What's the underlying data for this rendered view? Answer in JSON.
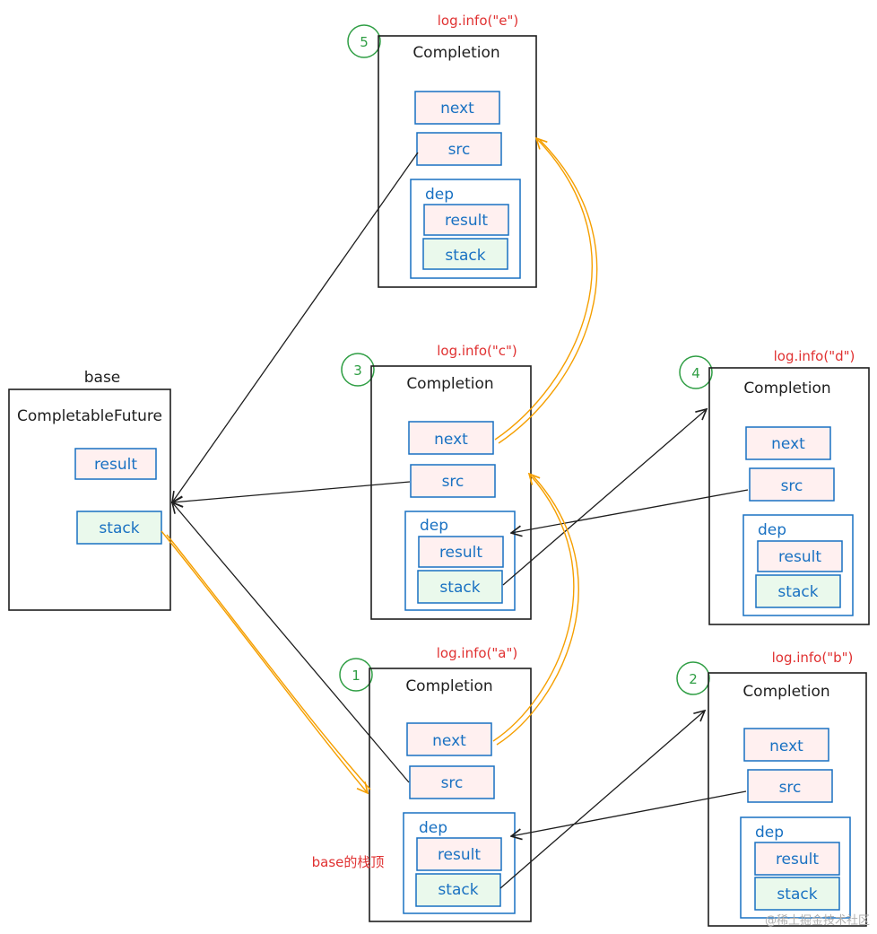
{
  "base": {
    "label": "base",
    "title": "CompletableFuture",
    "result": "result",
    "stack": "stack"
  },
  "completions": [
    {
      "id": "c1",
      "step": "1",
      "log": "log.info(\"a\")",
      "title": "Completion",
      "next": "next",
      "src": "src",
      "dep": "dep",
      "result": "result",
      "stack": "stack"
    },
    {
      "id": "c2",
      "step": "2",
      "log": "log.info(\"b\")",
      "title": "Completion",
      "next": "next",
      "src": "src",
      "dep": "dep",
      "result": "result",
      "stack": "stack"
    },
    {
      "id": "c3",
      "step": "3",
      "log": "log.info(\"c\")",
      "title": "Completion",
      "next": "next",
      "src": "src",
      "dep": "dep",
      "result": "result",
      "stack": "stack"
    },
    {
      "id": "c4",
      "step": "4",
      "log": "log.info(\"d\")",
      "title": "Completion",
      "next": "next",
      "src": "src",
      "dep": "dep",
      "result": "result",
      "stack": "stack"
    },
    {
      "id": "c5",
      "step": "5",
      "log": "log.info(\"e\")",
      "title": "Completion",
      "next": "next",
      "src": "src",
      "dep": "dep",
      "result": "result",
      "stack": "stack"
    }
  ],
  "annotation": "base的栈顶",
  "watermark": "@稀土掘金技术社区",
  "colors": {
    "outline": "#1e1e1e",
    "field_text": "#1971c2",
    "log_text": "#e03131",
    "step_circle": "#2f9e44",
    "stack_arrow": "#f59f00",
    "red_fill": "#fff0f0",
    "green_fill": "#eaf9ec"
  }
}
